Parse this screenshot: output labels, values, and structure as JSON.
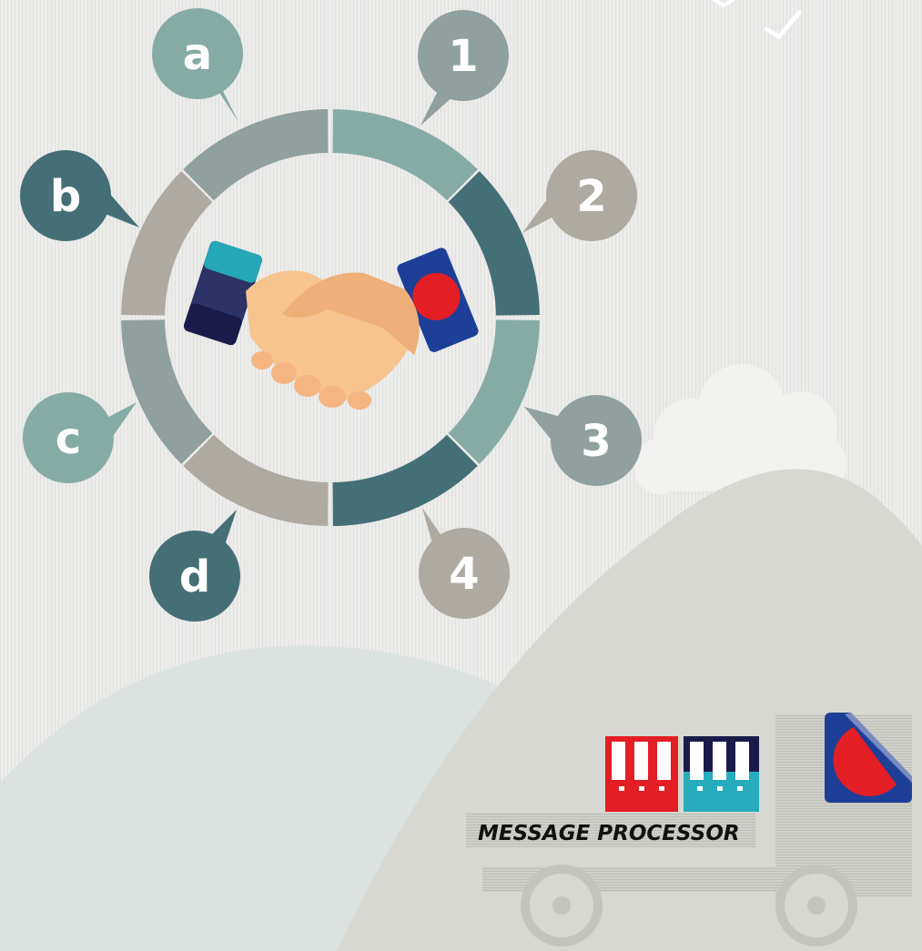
{
  "wheel": {
    "left_labels": [
      "a",
      "b",
      "c",
      "d"
    ],
    "right_labels": [
      "1",
      "2",
      "3",
      "4"
    ]
  },
  "logo": {
    "text": "MESSAGE PROCESSOR"
  },
  "colors": {
    "background": "#ececeb",
    "teal_light": "#86aba5",
    "teal_dark": "#456f76",
    "grey_blue": "#8fa09e",
    "warm_grey": "#aeaaa2",
    "hill_left": "#dbe2e0",
    "hill_right": "#d6d8d1",
    "brand_red": "#e31e24",
    "brand_blue": "#1d3f98",
    "brand_cyan": "#27acbd",
    "brand_navy": "#1b1b4b",
    "skin": "#f7c490"
  }
}
